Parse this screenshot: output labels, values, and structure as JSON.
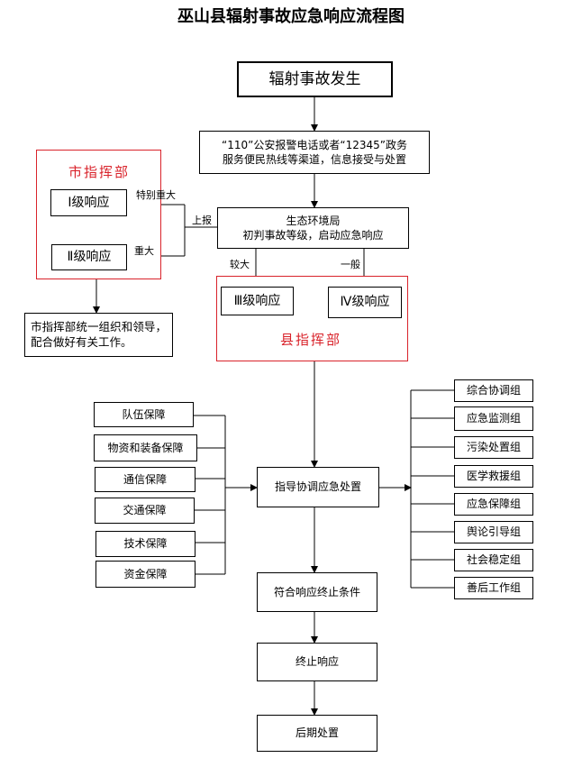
{
  "title": "巫山县辐射事故应急响应流程图",
  "nodes": {
    "occur": "辐射事故发生",
    "report_l1": "“110”公安报警电话或者“12345”政务",
    "report_l2": "服务便民热线等渠道，信息接受与处置",
    "eco_l1": "生态环境局",
    "eco_l2": "初判事故等级，启动应急响应",
    "level1": "Ⅰ级响应",
    "level2": "Ⅱ级响应",
    "level3": "Ⅲ级响应",
    "level4": "Ⅳ级响应",
    "city_note": "市指挥部统一组织和领导，配合做好有关工作。",
    "command": "指导协调应急处置",
    "terminate_cond": "符合响应终止条件",
    "terminate": "终止响应",
    "after": "后期处置"
  },
  "groups": {
    "city_hq": "市指挥部",
    "county_hq": "县指挥部"
  },
  "edge_labels": {
    "report_up": "上报",
    "especially_major": "特别重大",
    "major": "重大",
    "larger": "较大",
    "general": "一般"
  },
  "support": [
    "队伍保障",
    "物资和装备保障",
    "通信保障",
    "交通保障",
    "技术保障",
    "资金保障"
  ],
  "teams": [
    "综合协调组",
    "应急监测组",
    "污染处置组",
    "医学救援组",
    "应急保障组",
    "舆论引导组",
    "社会稳定组",
    "善后工作组"
  ]
}
